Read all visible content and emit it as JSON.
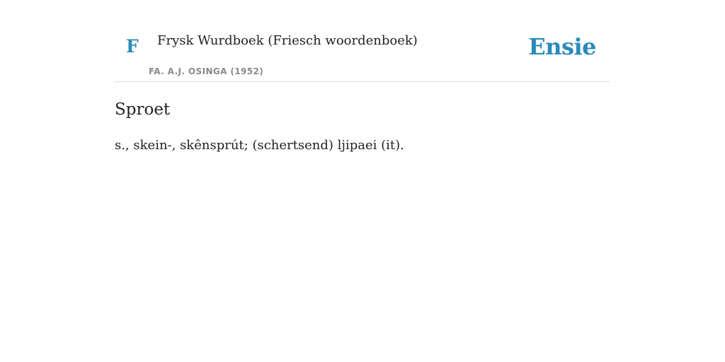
{
  "header": {
    "book_letter": "F",
    "book_title": "Frysk Wurdboek (Friesch woordenboek)",
    "book_author": "FA. A.J. OSINGA (1952)",
    "site_logo": "Ensie"
  },
  "entry": {
    "word": "Sproet",
    "definition": "s., skein-, skênsprút; (schertsend) ljipaei (it)."
  },
  "colors": {
    "accent": "#2a8ab8",
    "text": "#222222",
    "muted": "#8a8a8a",
    "divider": "#dddddd"
  },
  "icons": {
    "book_letter": "book-letter-icon",
    "logo": "ensie-logo"
  }
}
